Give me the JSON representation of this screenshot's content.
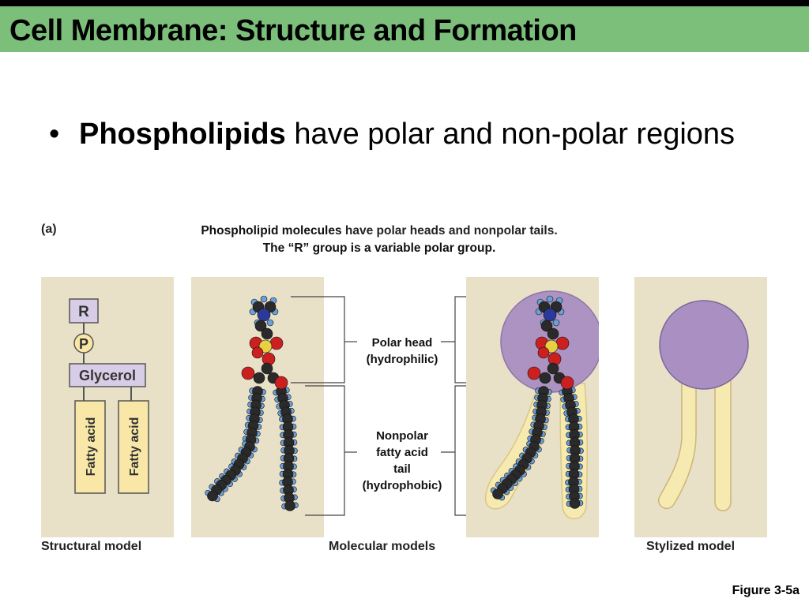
{
  "slide": {
    "title": "Cell Membrane: Structure and Formation",
    "bullet_marker": "•",
    "bullet_bold": "Phospholipids",
    "bullet_rest": " have polar and non-polar regions"
  },
  "figure": {
    "panel_letter": "(a)",
    "caption_bold": "Phospholipid molecules",
    "caption_rest": " have polar heads and nonpolar tails.",
    "caption_line2": "The “R” group is a variable polar group.",
    "structural": {
      "r_label": "R",
      "p_label": "P",
      "glycerol_label": "Glycerol",
      "fatty_acid_1": "Fatty acid",
      "fatty_acid_2": "Fatty acid"
    },
    "polar_head_line1": "Polar head",
    "polar_head_line2": "(hydrophilic)",
    "tail_line1": "Nonpolar",
    "tail_line2": "fatty acid",
    "tail_line3": "tail",
    "tail_line4": "(hydrophobic)",
    "label_structural": "Structural model",
    "label_molecular": "Molecular models",
    "label_stylized": "Stylized model",
    "figure_number": "Figure 3-5a"
  },
  "colors": {
    "title_bar": "#7bbf7b",
    "panel_bg": "#e9e0c8",
    "head_purple": "#a98fc2",
    "tail_yellow": "#f7eab0",
    "box_fill": "#d7cde6",
    "fatty_acid_fill": "#f8e7a6",
    "atom_carbon": "#2a2a2a",
    "atom_hydrogen": "#6b9fd6",
    "atom_oxygen": "#cc2020",
    "atom_nitrogen": "#2b3a9a",
    "atom_phosphorus": "#e8d040"
  }
}
